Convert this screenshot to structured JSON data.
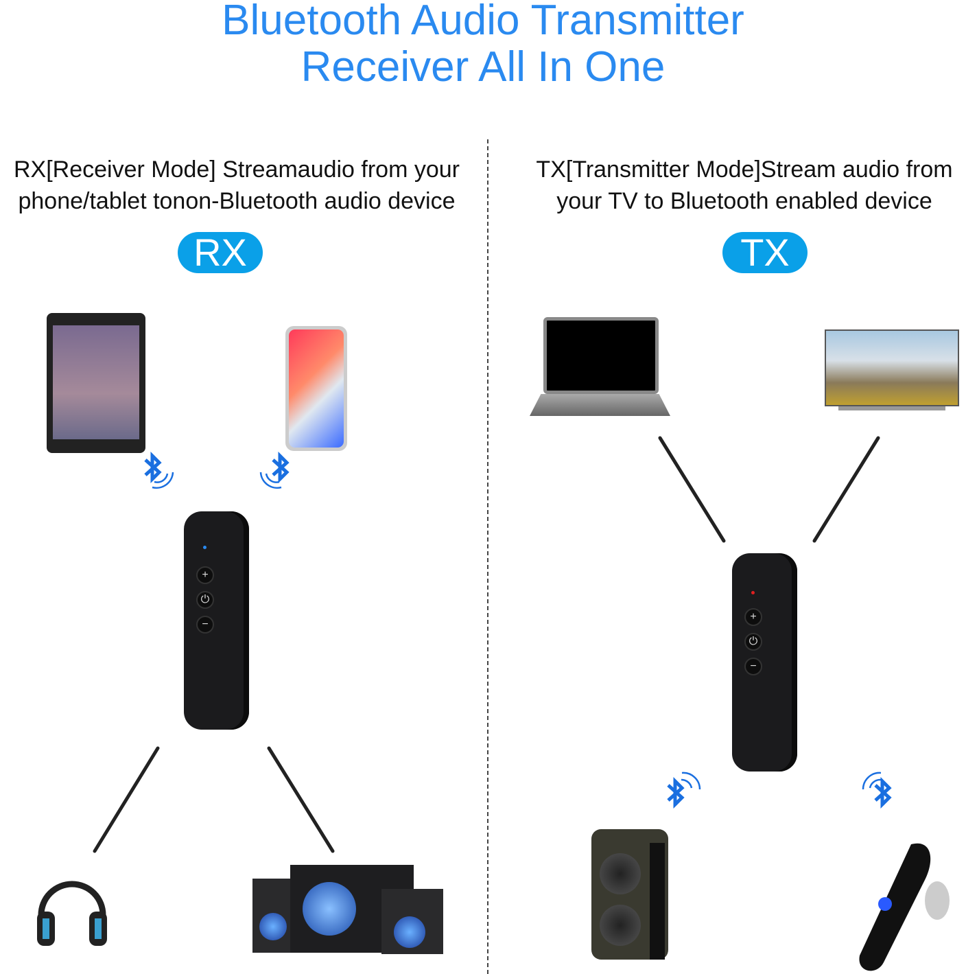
{
  "title": {
    "line1": "Bluetooth Audio Transmitter",
    "line2": "Receiver All In One",
    "color": "#2a8af0"
  },
  "rx": {
    "line1": "RX[Receiver Mode] Streamaudio from your",
    "line2": "phone/tablet tonon-Bluetooth audio device",
    "badge": "RX"
  },
  "tx": {
    "line1": "TX[Transmitter Mode]Stream audio from",
    "line2": "your TV to Bluetooth enabled device",
    "badge": "TX"
  },
  "badge_color": "#0aa0e8",
  "icons": [
    "tablet",
    "phone",
    "bluetooth",
    "audio-cable",
    "adapter",
    "headphones",
    "speaker-system",
    "laptop",
    "tv",
    "portable-speaker",
    "bluetooth-headset"
  ]
}
